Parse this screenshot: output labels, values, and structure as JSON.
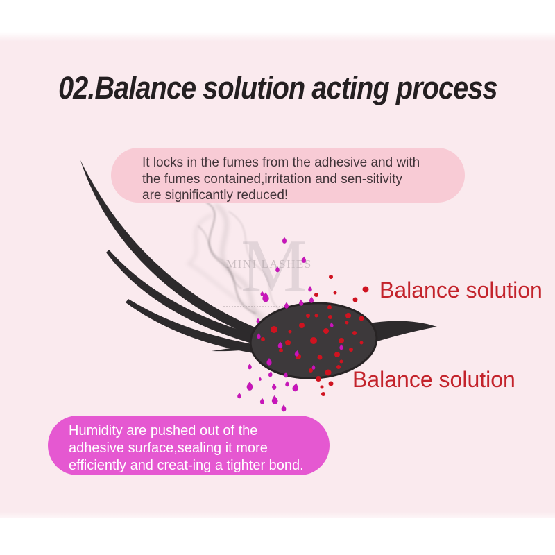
{
  "colors": {
    "--page-bg": "#ffffff",
    "--panel-bg": "#faeaee",
    "--title": "#241f21",
    "--callout-top-bg": "#f8cbd5",
    "--callout-top-text": "#413439",
    "--callout-bottom-bg": "#e558d1",
    "--callout-bottom-text": "#ffffff",
    "--label-red": "#c3232b",
    "--lash": "#2d2a2c",
    "--blob": "#3d393b",
    "--blob-edge": "#272324",
    "--red-dot": "#cf1320",
    "--magenta-drop": "#c815ba",
    "--smoke": "#6f676b"
  },
  "title": {
    "text": "02.Balance solution acting process"
  },
  "callouts": {
    "top": {
      "text": "It locks in the fumes from the adhesive and with\nthe fumes contained,irritation and sen-sitivity\nare significantly reduced!"
    },
    "bottom": {
      "text": "Humidity are pushed out of the\nadhesive surface,sealing it more\nefficiently and creat-ing a tighter bond."
    }
  },
  "labels": {
    "balance_solution_upper": "Balance solution",
    "balance_solution_lower": "Balance solution"
  },
  "watermark": {
    "monogram": "M",
    "text": "MINI LASHES"
  }
}
